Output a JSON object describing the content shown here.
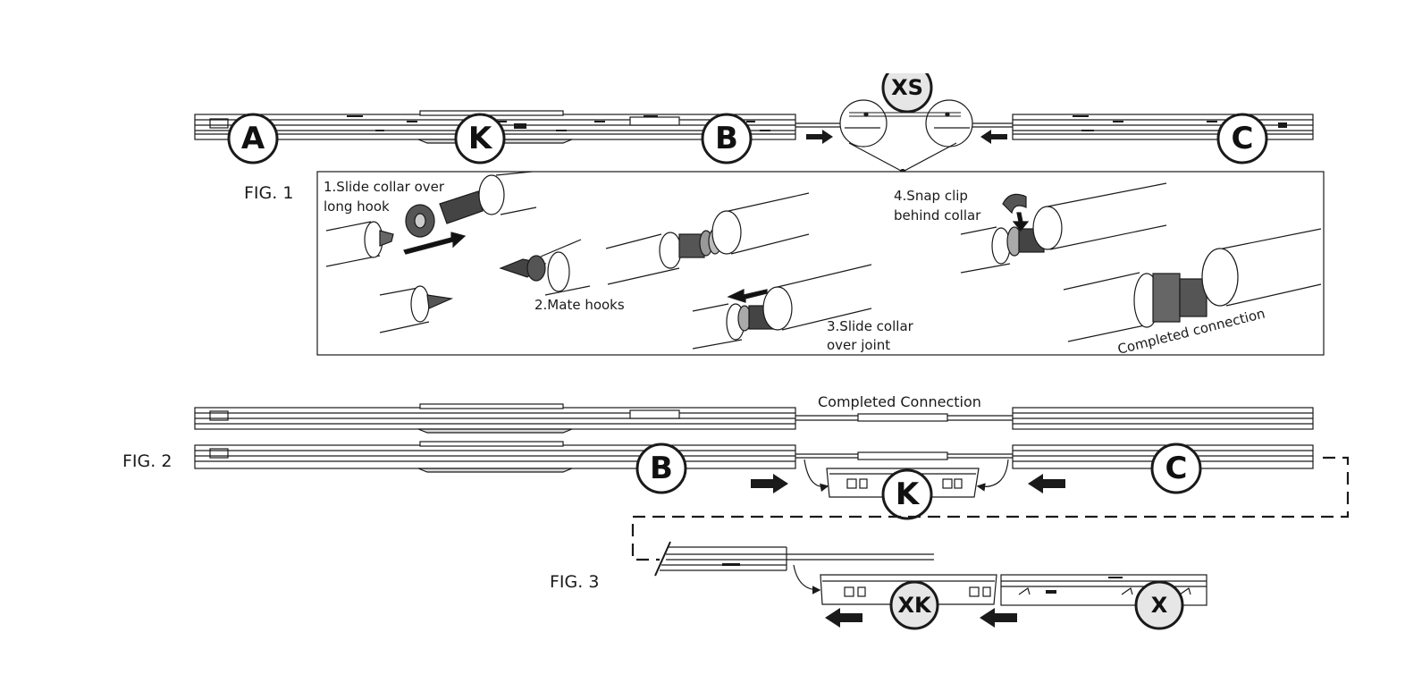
{
  "figures": {
    "fig1": "FIG. 1",
    "fig2": "FIG. 2",
    "fig3": "FIG. 3"
  },
  "bubbles": {
    "a": "A",
    "k": "K",
    "b": "B",
    "c": "C",
    "xs": "XS",
    "b2": "B",
    "k2": "K",
    "c2": "C",
    "xk": "XK",
    "x": "X"
  },
  "steps": {
    "step1_line1": "1.Slide collar over",
    "step1_line2": "long hook",
    "step2": "2.Mate hooks",
    "step3_line1": "3.Slide collar",
    "step3_line2": "over joint",
    "step4_line1": "4.Snap clip",
    "step4_line2": "behind collar",
    "completed_small": "Completed connection"
  },
  "fig2_caption": "Completed Connection",
  "colors": {
    "line": "#1a1a1a",
    "bubble_fill_white": "#ffffff",
    "bubble_fill_grey": "#e6e6e6",
    "collar": "#444444"
  }
}
